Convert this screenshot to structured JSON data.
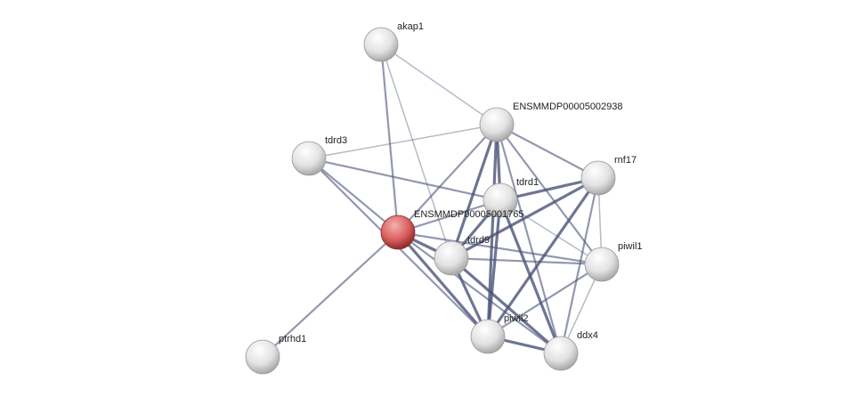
{
  "network": {
    "nodes": [
      {
        "id": "akap1",
        "label": "akap1",
        "query": false
      },
      {
        "id": "e2938",
        "label": "ENSMMDP00005002938",
        "query": false
      },
      {
        "id": "tdrd3",
        "label": "tdrd3",
        "query": false
      },
      {
        "id": "rnf17",
        "label": "rnf17",
        "query": false
      },
      {
        "id": "tdrd1",
        "label": "tdrd1",
        "query": false
      },
      {
        "id": "center",
        "label": "ENSMMDP00005001765",
        "query": true
      },
      {
        "id": "tdrd9",
        "label": "tdrd9",
        "query": false
      },
      {
        "id": "piwil1",
        "label": "piwil1",
        "query": false
      },
      {
        "id": "piwil2",
        "label": "piwil2",
        "query": false
      },
      {
        "id": "ddx4",
        "label": "ddx4",
        "query": false
      },
      {
        "id": "ptrhd1",
        "label": "ptrhd1",
        "query": false
      }
    ],
    "edges": [
      [
        "akap1",
        "e2938",
        1
      ],
      [
        "akap1",
        "center",
        2
      ],
      [
        "akap1",
        "tdrd9",
        1
      ],
      [
        "tdrd3",
        "e2938",
        1
      ],
      [
        "tdrd3",
        "center",
        2
      ],
      [
        "tdrd3",
        "tdrd1",
        2
      ],
      [
        "tdrd3",
        "piwil2",
        2
      ],
      [
        "center",
        "ptrhd1",
        2
      ],
      [
        "center",
        "e2938",
        2
      ],
      [
        "center",
        "tdrd1",
        2
      ],
      [
        "center",
        "tdrd9",
        3
      ],
      [
        "center",
        "piwil2",
        3
      ],
      [
        "center",
        "ddx4",
        2
      ],
      [
        "center",
        "piwil1",
        2
      ],
      [
        "e2938",
        "tdrd1",
        3
      ],
      [
        "e2938",
        "tdrd9",
        3
      ],
      [
        "e2938",
        "piwil2",
        3
      ],
      [
        "e2938",
        "rnf17",
        2
      ],
      [
        "e2938",
        "piwil1",
        2
      ],
      [
        "e2938",
        "ddx4",
        2
      ],
      [
        "tdrd1",
        "rnf17",
        3
      ],
      [
        "tdrd1",
        "tdrd9",
        3
      ],
      [
        "tdrd1",
        "piwil2",
        3
      ],
      [
        "tdrd1",
        "ddx4",
        3
      ],
      [
        "tdrd1",
        "piwil1",
        1
      ],
      [
        "tdrd9",
        "rnf17",
        3
      ],
      [
        "tdrd9",
        "piwil2",
        3
      ],
      [
        "tdrd9",
        "ddx4",
        3
      ],
      [
        "tdrd9",
        "piwil1",
        2
      ],
      [
        "rnf17",
        "piwil2",
        3
      ],
      [
        "rnf17",
        "ddx4",
        2
      ],
      [
        "rnf17",
        "piwil1",
        1
      ],
      [
        "piwil1",
        "piwil2",
        2
      ],
      [
        "piwil1",
        "ddx4",
        1
      ],
      [
        "piwil2",
        "ddx4",
        3
      ]
    ],
    "colors": {
      "query_node": "#d9605f",
      "node": "#e0e0e0",
      "edge": "#4a5378"
    }
  }
}
